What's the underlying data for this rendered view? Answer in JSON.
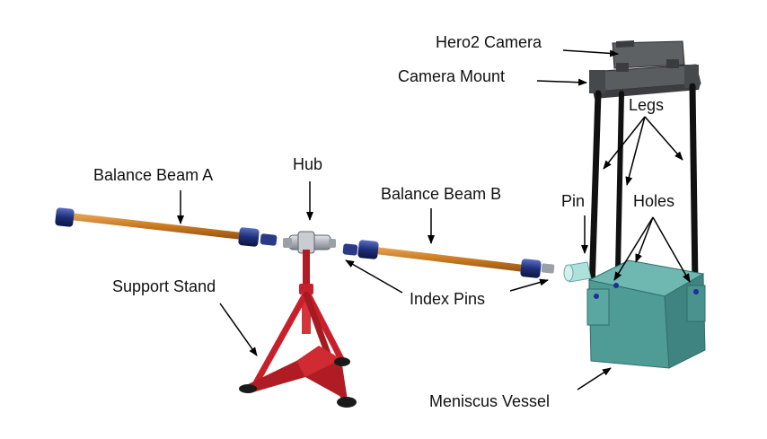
{
  "labels": {
    "hero2_camera": "Hero2 Camera",
    "camera_mount": "Camera Mount",
    "legs": "Legs",
    "balance_beam_a": "Balance Beam A",
    "hub": "Hub",
    "balance_beam_b": "Balance Beam B",
    "pin": "Pin",
    "holes": "Holes",
    "support_stand": "Support Stand",
    "index_pins": "Index Pins",
    "meniscus_vessel": "Meniscus Vessel"
  },
  "colors": {
    "beam": "#c8781e",
    "beam_cap": "#1e2f7a",
    "hub": "#a8adb5",
    "stand": "#c8202a",
    "vessel": "#4f9b96",
    "vessel_dark": "#2f6f6b",
    "mount": "#505356",
    "legs": "#111111",
    "arrow": "#000000"
  }
}
